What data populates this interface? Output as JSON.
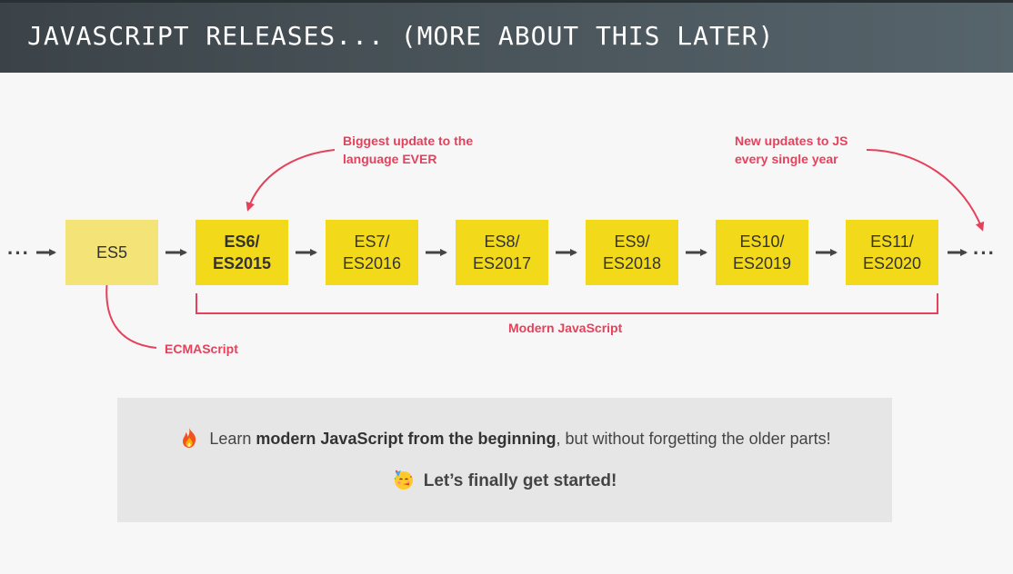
{
  "header": {
    "title": "JAVASCRIPT RELEASES... (MORE ABOUT THIS LATER)"
  },
  "timeline": {
    "leading_dots": "···",
    "trailing_dots": "···",
    "boxes": [
      {
        "line1": "ES5",
        "line2": ""
      },
      {
        "line1": "ES6/",
        "line2": "ES2015"
      },
      {
        "line1": "ES7/",
        "line2": "ES2016"
      },
      {
        "line1": "ES8/",
        "line2": "ES2017"
      },
      {
        "line1": "ES9/",
        "line2": "ES2018"
      },
      {
        "line1": "ES10/",
        "line2": "ES2019"
      },
      {
        "line1": "ES11/",
        "line2": "ES2020"
      }
    ]
  },
  "annotations": {
    "biggest_update": [
      "Biggest update to the",
      "language EVER"
    ],
    "new_updates": [
      "New updates to JS",
      "every single year"
    ],
    "ecmascript": "ECMAScript",
    "modern_js": "Modern JavaScript"
  },
  "note": {
    "line1_prefix": "Learn ",
    "line1_bold": "modern JavaScript from the beginning",
    "line1_suffix": ", but without forgetting the older parts!",
    "line2": "Let’s finally get started!",
    "icons": [
      "fire-emoji-icon",
      "partying-face-emoji-icon"
    ]
  },
  "colors": {
    "accent_red": "#e6415c",
    "box_yellow": "#f2da1a",
    "box_es5": "#f4e478",
    "arrow": "#444444",
    "header_bg": "#4a555b"
  }
}
